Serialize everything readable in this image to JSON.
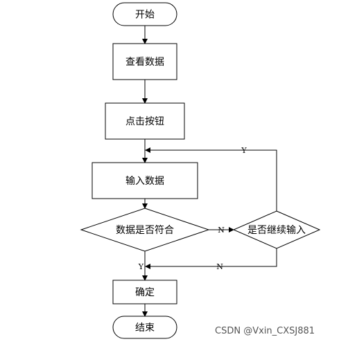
{
  "diagram": {
    "nodes": {
      "start": "开始",
      "view_data": "查看数据",
      "click_button": "点击按钮",
      "input_data": "输入数据",
      "data_match": "数据是否符合",
      "continue_input": "是否继续输入",
      "confirm": "确定",
      "end": "结束"
    },
    "edges": {
      "match_to_continue": "N",
      "continue_yes": "Y",
      "continue_no": "N",
      "match_yes": "Y"
    }
  },
  "watermark": "CSDN @Vxin_CXSJ881",
  "colors": {
    "stroke": "#000000",
    "background": "#ffffff",
    "watermark": "#555555"
  }
}
